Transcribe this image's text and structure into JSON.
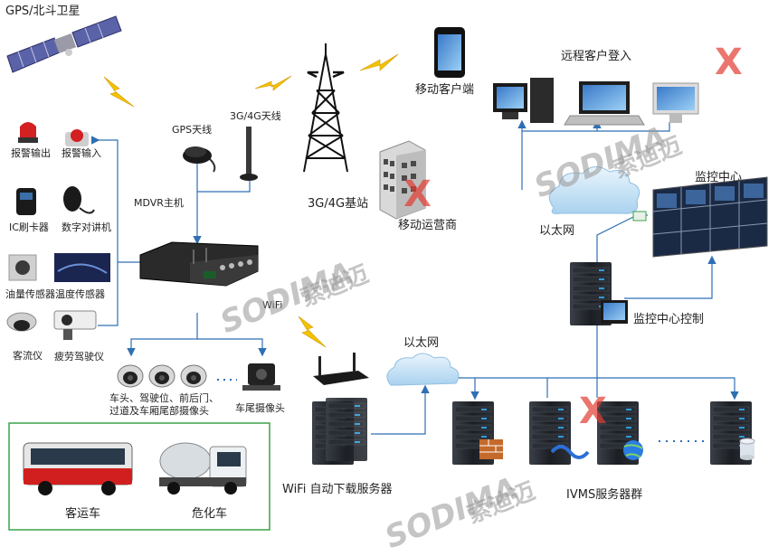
{
  "labels": {
    "satellite": "GPS/北斗卫星",
    "gps_antenna": "GPS天线",
    "antenna_3g4g": "3G/4G天线",
    "mdvr_host": "MDVR主机",
    "base_station": "3G/4G基站",
    "mobile_operator": "移动运营商",
    "mobile_client": "移动客户端",
    "remote_login": "远程客户登入",
    "monitor_center": "监控中心",
    "ethernet_top": "以太网",
    "monitor_control": "监控中心控制",
    "ethernet_mid": "以太网",
    "wifi": "WiFi",
    "alarm_output": "报警输出",
    "alarm_input": "报警输入",
    "ic_card": "IC刷卡器",
    "digital_intercom": "数字对讲机",
    "oil_temp_sensor": "油量传感器温度传感器",
    "passenger_counter": "客流仪",
    "fatigue_meter": "疲劳驾驶仪",
    "cameras_line1": "车头、驾驶位、前后门、",
    "cameras_line2": "过道及车厢尾部摄像头",
    "rear_camera": "车尾摄像头",
    "wifi_server": "WiFi 自动下载服务器",
    "ivms_cluster": "IVMS服务器群",
    "bus": "客运车",
    "hazmat_truck": "危化车"
  },
  "watermark": {
    "brand": "SODIMA",
    "brand_x": "X",
    "cn": "索迪迈"
  },
  "colors": {
    "link_line": "#2f6fb3",
    "lightning": "#f2c200",
    "vehicle_box": "#3aa34a",
    "server_dark": "#20242b",
    "server_led": "#2d9cdb",
    "cloud": "#cfe6f7"
  }
}
